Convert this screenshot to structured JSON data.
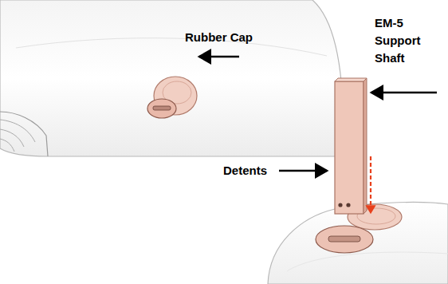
{
  "diagram": {
    "labels": [
      "Rubber Cap",
      "EM-5 Support Shaft",
      "Detents"
    ]
  }
}
